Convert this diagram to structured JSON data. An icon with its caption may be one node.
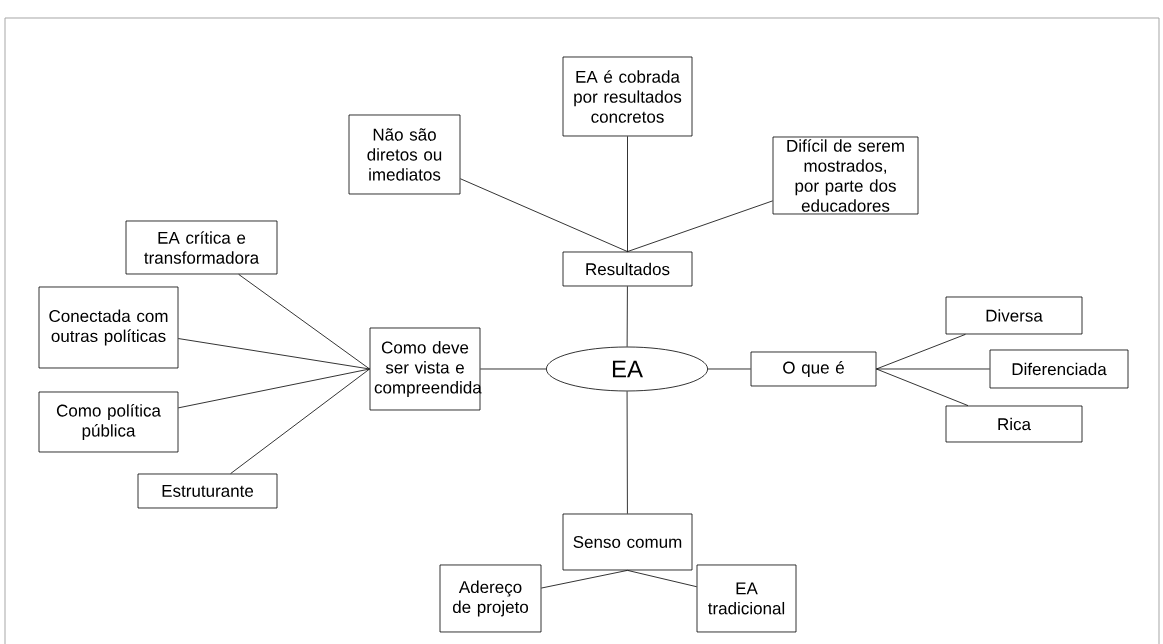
{
  "diagram": {
    "nodes": [
      {
        "text": [
          "EA"
        ]
      },
      {
        "text": [
          "Resultados"
        ]
      },
      {
        "text": [
          "Não são diretos ou imediatos"
        ]
      },
      {
        "text": [
          "EA é cobrada por resultados concretos"
        ]
      },
      {
        "text": [
          "Difícil de serem mostrados, por parte dos educadores"
        ]
      },
      {
        "text": [
          "Como deve ser vista e compreendida"
        ]
      },
      {
        "text": [
          "EA crítica e transformadora"
        ]
      },
      {
        "text": [
          "Conectada com outras políticas"
        ]
      },
      {
        "text": [
          "Como política pública"
        ]
      },
      {
        "text": [
          "Estruturante"
        ]
      },
      {
        "text": [
          "O que é"
        ]
      },
      {
        "text": [
          "Diversa"
        ]
      },
      {
        "text": [
          "Diferenciada"
        ]
      },
      {
        "text": [
          "Rica"
        ]
      },
      {
        "text": [
          "Senso comum"
        ]
      },
      {
        "text": [
          "Adereço de projeto"
        ]
      },
      {
        "text": [
          "EA tradicional"
        ]
      }
    ],
    "edges": [
      {
        "from": 0,
        "to": 1,
        "arrow": "none"
      },
      {
        "from": 1,
        "to": 2,
        "arrow": "none"
      },
      {
        "from": 1,
        "to": 3,
        "arrow": "none"
      },
      {
        "from": 1,
        "to": 4,
        "arrow": "none"
      },
      {
        "from": 0,
        "to": 5,
        "arrow": "none"
      },
      {
        "from": 5,
        "to": 6,
        "arrow": "none"
      },
      {
        "from": 5,
        "to": 7,
        "arrow": "none"
      },
      {
        "from": 5,
        "to": 8,
        "arrow": "none"
      },
      {
        "from": 5,
        "to": 9,
        "arrow": "none"
      },
      {
        "from": 0,
        "to": 10,
        "arrow": "none"
      },
      {
        "from": 10,
        "to": 11,
        "arrow": "none"
      },
      {
        "from": 10,
        "to": 12,
        "arrow": "none"
      },
      {
        "from": 10,
        "to": 13,
        "arrow": "none"
      },
      {
        "from": 0,
        "to": 14,
        "arrow": "none"
      },
      {
        "from": 14,
        "to": 15,
        "arrow": "none"
      },
      {
        "from": 14,
        "to": 16,
        "arrow": "none"
      }
    ]
  }
}
